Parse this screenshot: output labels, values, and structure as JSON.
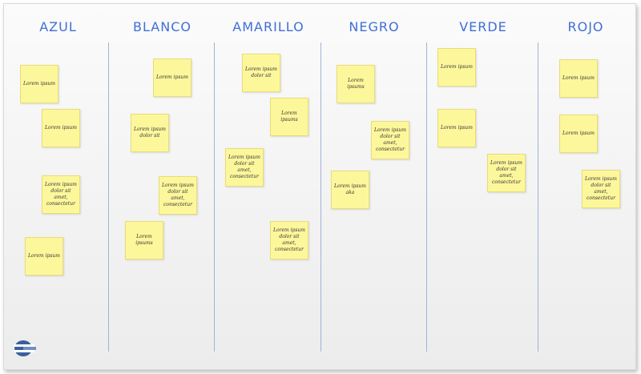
{
  "board": {
    "columns": [
      {
        "title": "AZUL",
        "notes": [
          "Lorem ipsum",
          "Lorem ipsum",
          "Lorem ipsum\ndolor sit\namet,\nconsectetur",
          "Lorem ipsum"
        ]
      },
      {
        "title": "BLANCO",
        "notes": [
          "Lorem ipsum",
          "Lorem ipsum\ndolor sit",
          "Lorem ipsum\ndolor sit\namet,\nconsectetur",
          "Lorem\nipsums"
        ]
      },
      {
        "title": "AMARILLO",
        "notes": [
          "Lorem ipsum\ndolor sit",
          "Lorem\nipsums",
          "Lorem ipsum\ndolor sit\namet,\nconsectetur",
          "Lorem ipsum\ndolor sit\namet,\nconsectetur"
        ]
      },
      {
        "title": "NEGRO",
        "notes": [
          "Lorem\nipsums",
          "Lorem ipsum\ndolor sit\namet,\nconsectetur",
          "Lorem ipsum\naka"
        ]
      },
      {
        "title": "VERDE",
        "notes": [
          "Lorem ipsum",
          "Lorem ipsum",
          "Lorem ipsum\ndolor sit\namet,\nconsectetur"
        ]
      },
      {
        "title": "ROJO",
        "notes": [
          "Lorem ipsum",
          "Lorem ipsum",
          "Lorem ipsum\ndolor sit\namet,\nconsectetur"
        ]
      }
    ]
  },
  "colors": {
    "header": "#3f6fd6",
    "note": "#fdf79c",
    "divider": "#9fb4d6"
  },
  "logo": {
    "icon": "company-logo-icon"
  }
}
